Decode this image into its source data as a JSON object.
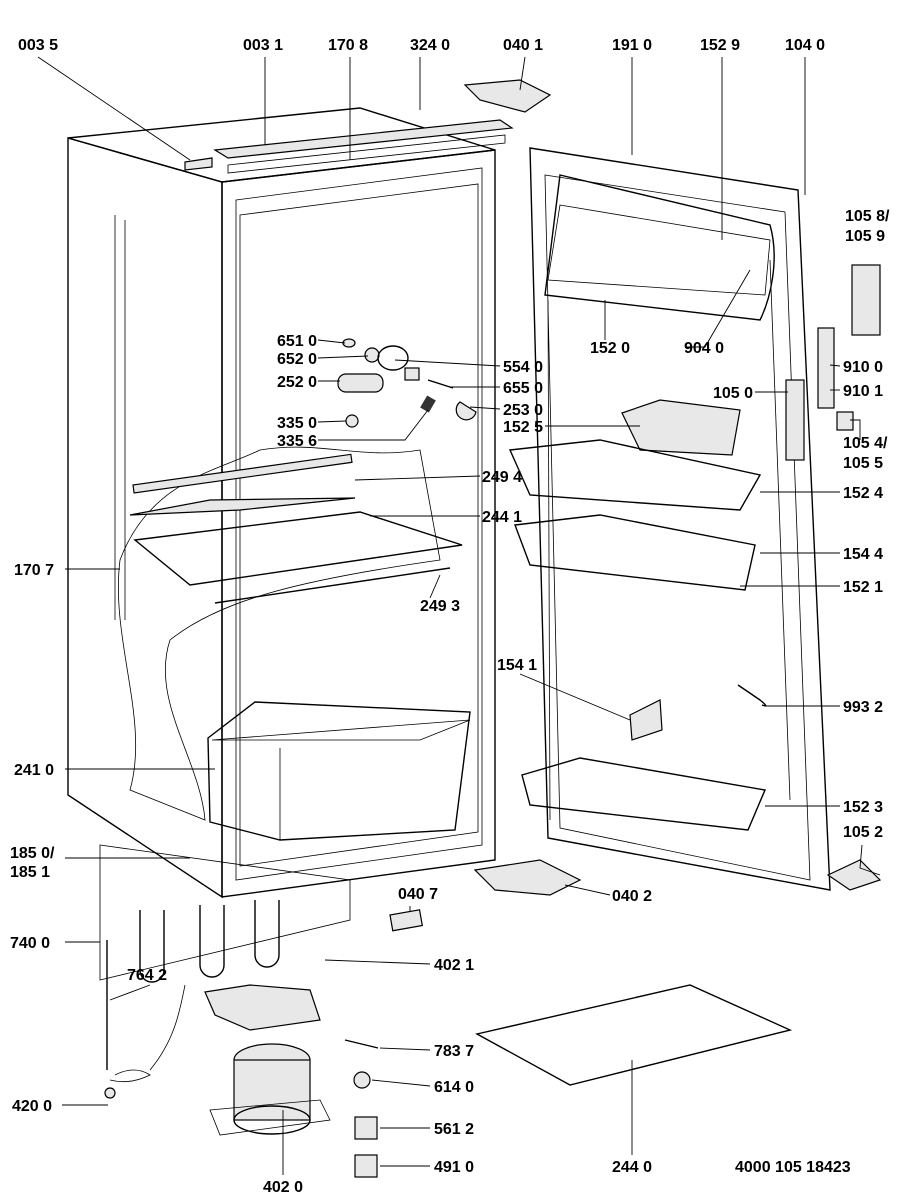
{
  "labels": [
    "003 5",
    "003 1",
    "170 8",
    "324 0",
    "040 1",
    "191 0",
    "152 9",
    "104 0",
    "105 8/",
    "105 9",
    "651 0",
    "652 0",
    "252 0",
    "335 0",
    "335 6",
    "554 0",
    "655 0",
    "253 0",
    "152 5",
    "152 0",
    "904 0",
    "910 0",
    "910 1",
    "105 0",
    "105 4/",
    "105 5",
    "249 4",
    "152 4",
    "244 1",
    "154 4",
    "170 7",
    "152 1",
    "249 3",
    "154 1",
    "993 2",
    "241 0",
    "152 3",
    "105 2",
    "185 0/",
    "185 1",
    "040 7",
    "040 2",
    "740 0",
    "402 1",
    "764 2",
    "783 7",
    "614 0",
    "420 0",
    "561 2",
    "491 0",
    "244 0",
    "402 0"
  ],
  "drawing_number": "4000 105 18423"
}
